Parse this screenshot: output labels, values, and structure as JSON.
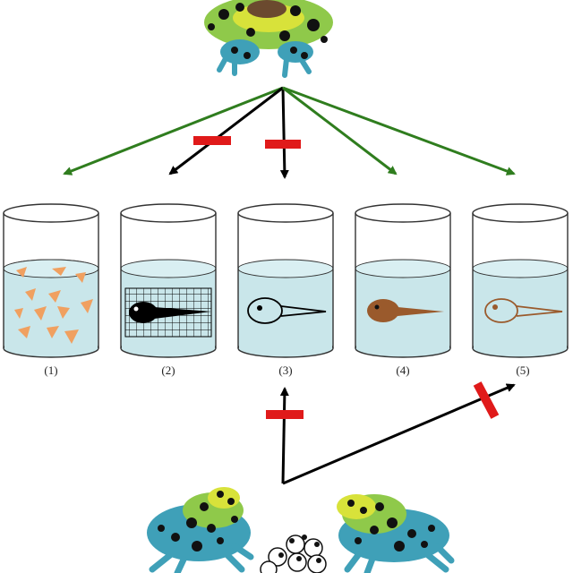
{
  "colors": {
    "arrow_green": "#2f7d1e",
    "arrow_black": "#000000",
    "block_red": "#e01a1a",
    "water": "#c9e6ea",
    "frog_green": "#8fc94a",
    "frog_yellow": "#d8e23a",
    "frog_blue": "#3fa0b8",
    "frog_spot": "#111111",
    "tadpole_black": "#000000",
    "tadpole_brown": "#9a5a2c",
    "fragment_orange": "#f0a060"
  },
  "beakers": [
    {
      "label": "(1)",
      "content": "food-fragments"
    },
    {
      "label": "(2)",
      "content": "black-tadpole-on-grid"
    },
    {
      "label": "(3)",
      "content": "outline-tadpole-black"
    },
    {
      "label": "(4)",
      "content": "solid-brown-tadpole"
    },
    {
      "label": "(5)",
      "content": "outline-tadpole-brown"
    }
  ],
  "top_arrows": [
    {
      "target": "(1)",
      "style": "green",
      "blocked": false
    },
    {
      "target": "(2)",
      "style": "black",
      "blocked": true
    },
    {
      "target": "(3)",
      "style": "black",
      "blocked": true
    },
    {
      "target": "(4)",
      "style": "green",
      "blocked": false
    },
    {
      "target": "(5)",
      "style": "green",
      "blocked": false
    }
  ],
  "bottom_arrows": [
    {
      "target": "(3)",
      "style": "black",
      "blocked": true
    },
    {
      "target": "(5)",
      "style": "black",
      "blocked": true
    }
  ],
  "icons": {
    "top": "poison-dart-frog-icon",
    "bottom_left": "poison-dart-frog-icon",
    "bottom_right": "poison-dart-frog-icon",
    "eggs": "frog-eggs-icon"
  }
}
